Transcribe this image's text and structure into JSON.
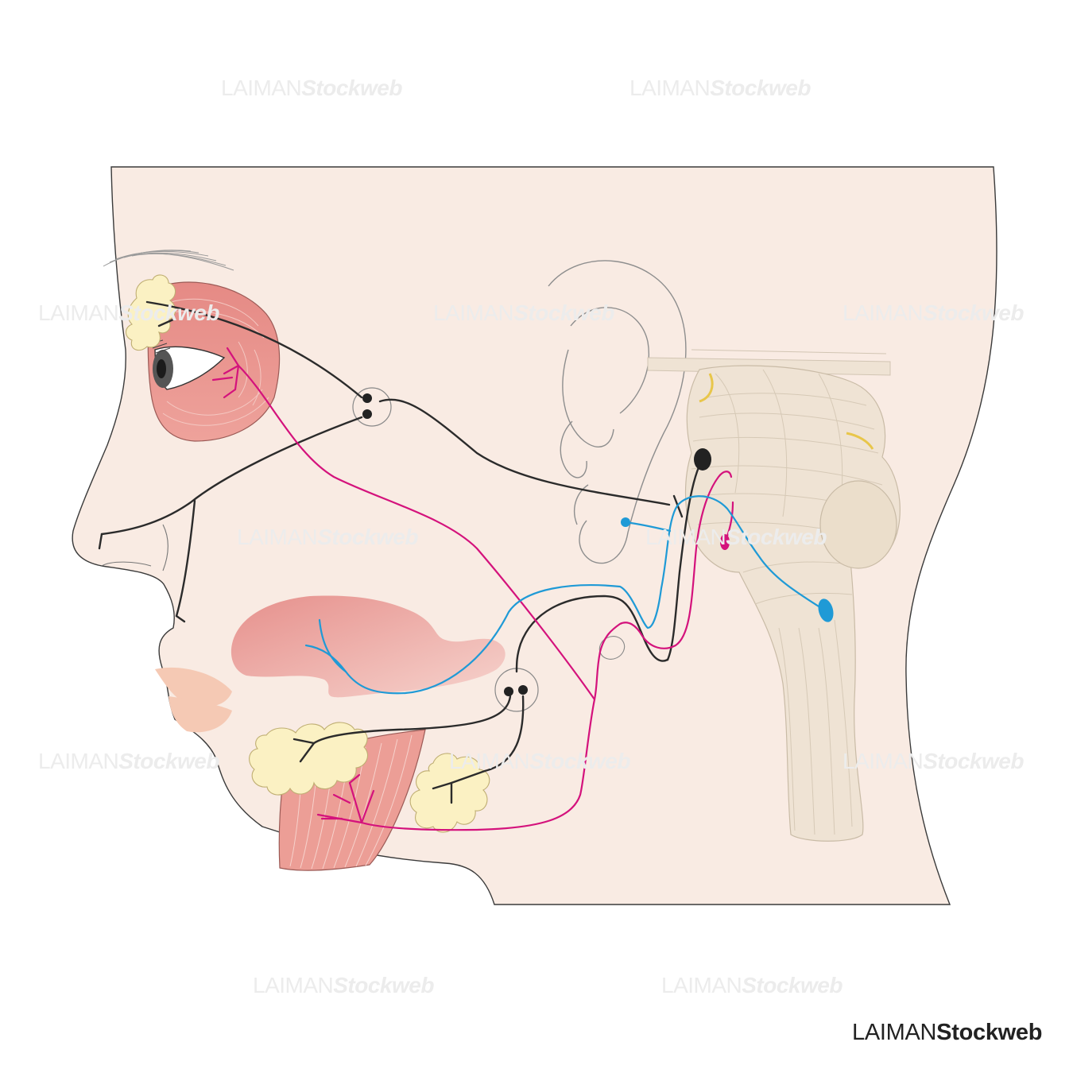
{
  "watermark": {
    "part1": "LAIMAN",
    "part2": "Stockweb"
  },
  "brand": {
    "part1": "LAIMAN",
    "part2": "Stockweb"
  },
  "colors": {
    "skin": "#f9ebe3",
    "muscle": "#e99a93",
    "gland": "#fbf1c3",
    "brainstem": "#efe3d4",
    "nerve_black": "#2b2b2b",
    "nerve_magenta": "#d4127c",
    "nerve_blue": "#1f9ad6"
  }
}
